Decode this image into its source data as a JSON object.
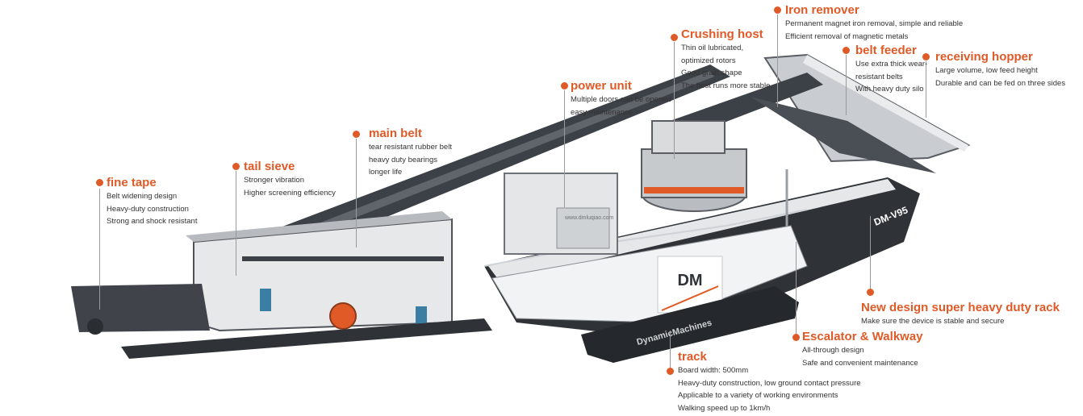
{
  "colors": {
    "accent": "#e05a27",
    "text": "#333333",
    "machine_dark": "#3c4047",
    "machine_light": "#dfe2e5"
  },
  "machine": {
    "model_badge": "DM-V95",
    "brand_logo": "DM",
    "brand_name": "DynamicMachines",
    "website": "www.dmluqiao.com"
  },
  "callouts": [
    {
      "id": "fine-tape",
      "title": "fine tape",
      "lines": [
        "Belt widening design",
        "Heavy-duty construction",
        "Strong and shock resistant"
      ]
    },
    {
      "id": "tail-sieve",
      "title": "tail sieve",
      "lines": [
        "Stronger vibration",
        "Higher screening efficiency"
      ]
    },
    {
      "id": "main-belt",
      "title": "main belt",
      "lines": [
        "tear resistant rubber belt",
        "heavy duty bearings",
        "longer life"
      ]
    },
    {
      "id": "power-unit",
      "title": "power unit",
      "lines": [
        "Multiple doors can be opened",
        "easy maintenance"
      ]
    },
    {
      "id": "crushing-host",
      "title": "Crushing host",
      "lines": [
        "Thin oil lubricated,",
        "optimized rotors",
        "Good grain shape",
        "The host runs more stable"
      ]
    },
    {
      "id": "iron-remover",
      "title": "Iron remover",
      "lines": [
        "Permanent magnet iron removal, simple and reliable",
        "Efficient removal of magnetic metals"
      ]
    },
    {
      "id": "belt-feeder",
      "title": "belt feeder",
      "lines": [
        "Use extra thick wear-",
        "resistant belts",
        "With heavy duty silo"
      ]
    },
    {
      "id": "receiving-hopper",
      "title": "receiving hopper",
      "lines": [
        "Large volume, low feed height",
        "Durable and can be fed on three sides"
      ]
    },
    {
      "id": "heavy-duty-rack",
      "title": "New design super heavy duty rack",
      "lines": [
        "Make sure the device is stable and secure"
      ]
    },
    {
      "id": "escalator-walkway",
      "title": "Escalator & Walkway",
      "lines": [
        "All-through design",
        "Safe and convenient maintenance"
      ]
    },
    {
      "id": "track",
      "title": "track",
      "lines": [
        "Board width: 500mm",
        "Heavy-duty construction, low ground contact pressure",
        "Applicable to a variety of working environments",
        "Walking speed up to 1km/h"
      ]
    }
  ]
}
